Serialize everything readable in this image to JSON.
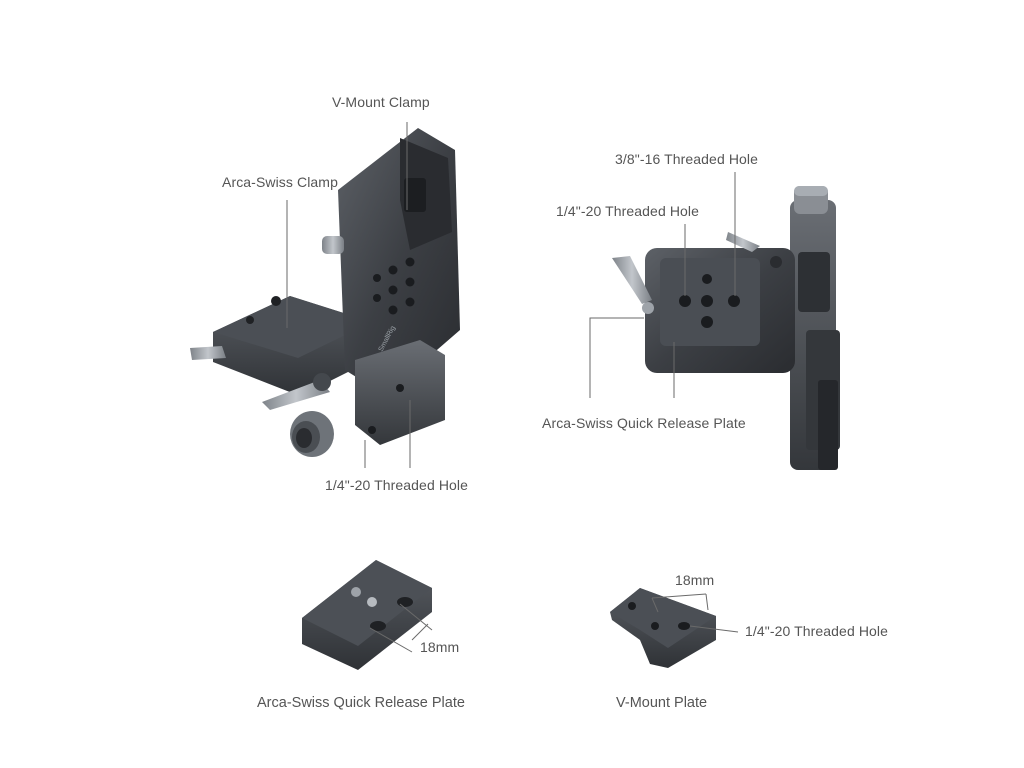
{
  "product_views": {
    "assembled_side": {
      "callouts": {
        "v_mount_clamp": "V-Mount Clamp",
        "arca_swiss_clamp": "Arca-Swiss Clamp",
        "threaded_hole": "1/4\"-20 Threaded Hole"
      },
      "brand_mark": "SmallRig"
    },
    "assembled_back": {
      "callouts": {
        "threaded_hole_3_8": "3/8\"-16 Threaded Hole",
        "threaded_hole_1_4": "1/4\"-20 Threaded Hole",
        "quick_release_plate": "Arca-Swiss Quick Release Plate"
      }
    },
    "arca_plate": {
      "dimension": "18mm",
      "caption": "Arca-Swiss Quick Release Plate"
    },
    "v_mount_plate": {
      "dimension": "18mm",
      "threaded_hole": "1/4\"-20 Threaded Hole",
      "caption": "V-Mount Plate"
    }
  },
  "colors": {
    "metal_dark": "#3a3d42",
    "metal_mid": "#55595f",
    "metal_light": "#8a8e94",
    "lever_silver": "#9ea3a9",
    "callout_line": "#6a6a6a",
    "text": "#555555"
  }
}
